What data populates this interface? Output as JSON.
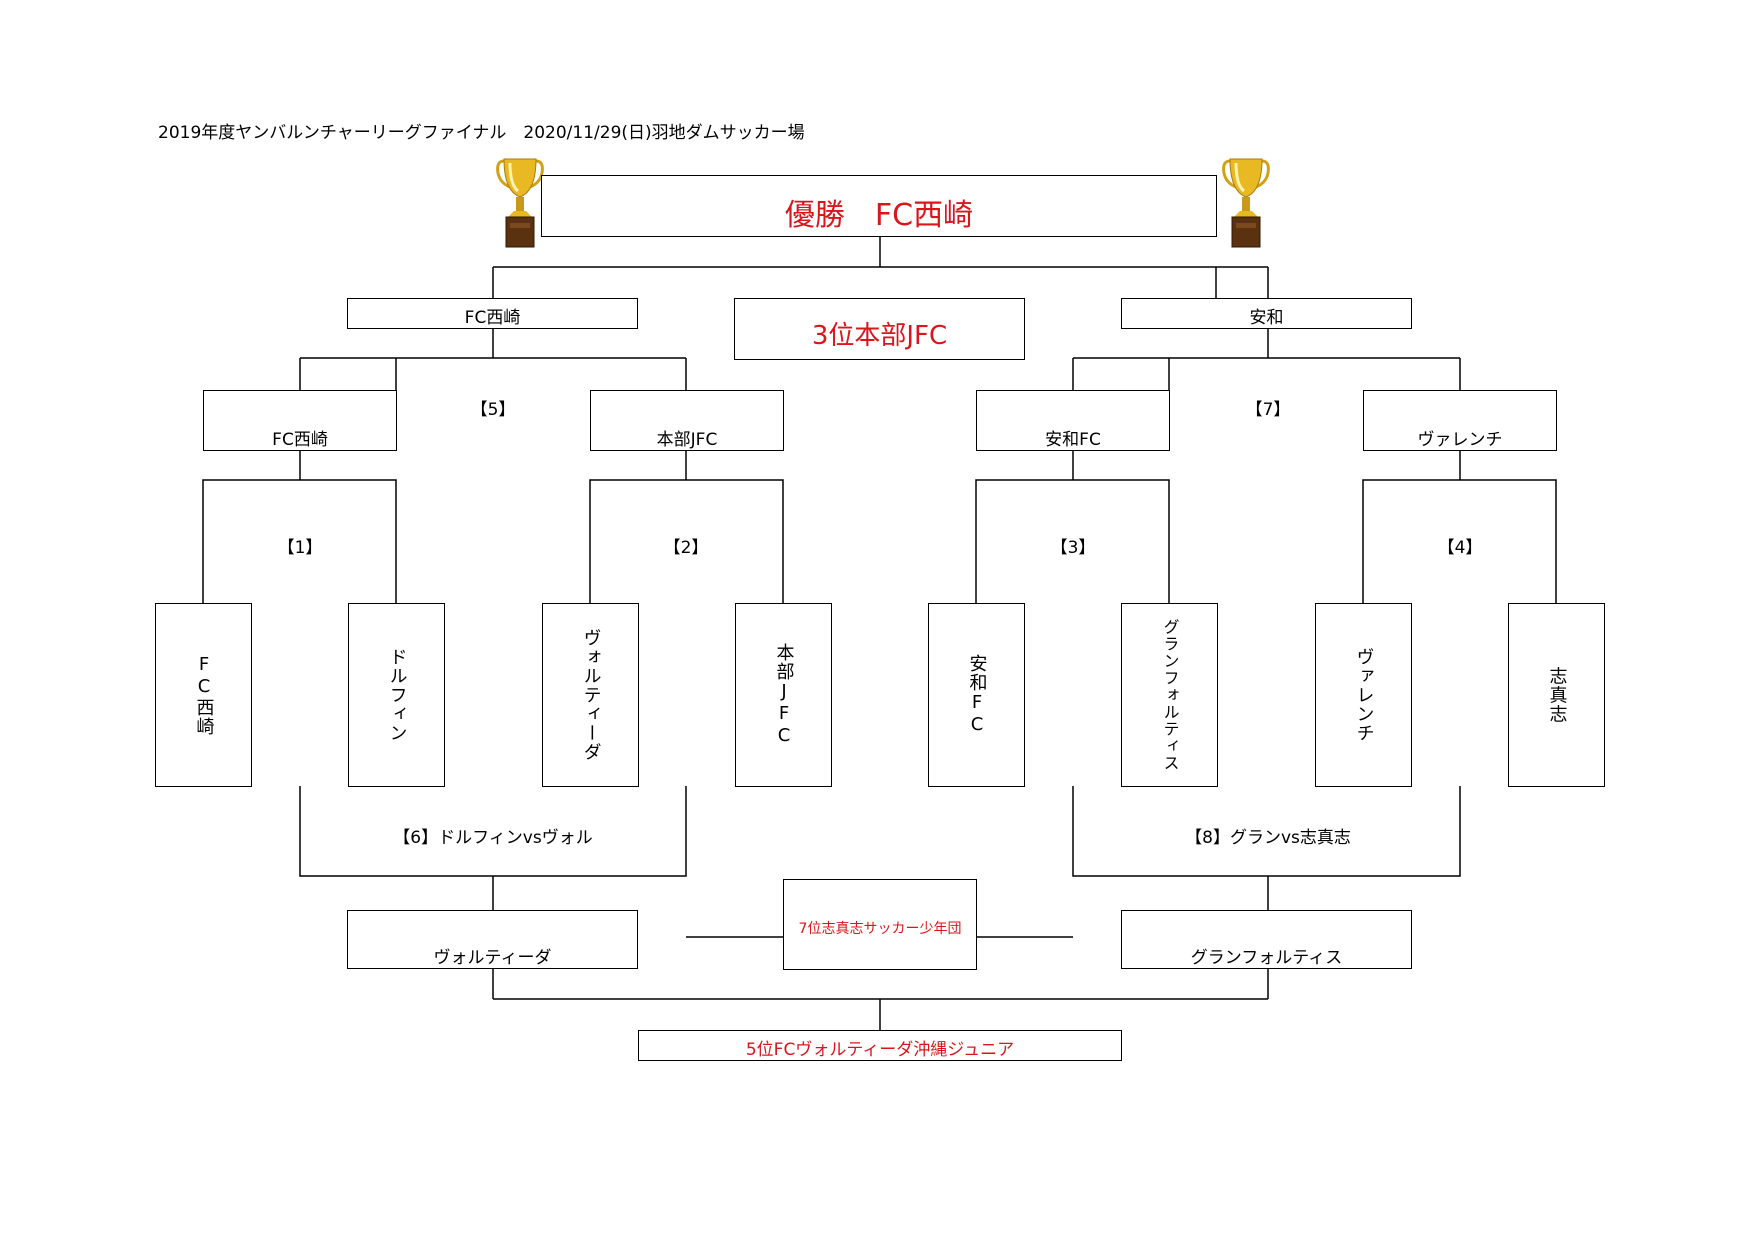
{
  "header": {
    "title": "2019年度ヤンバルンチャーリーグファイナル　2020/11/29(日)羽地ダムサッカー場"
  },
  "final": {
    "champion": "優勝　FC西崎",
    "left_finalist": "FC西崎",
    "right_finalist": "安和"
  },
  "third_place": "3位本部JFC",
  "fifth_place": "5位FCヴォルティーダ沖縄ジュニア",
  "seventh_place": "7位志真志サッカー少年団",
  "semifinal_labels": [
    "FC西崎",
    "本部JFC",
    "安和FC",
    "ヴァレンチ"
  ],
  "match_labels": {
    "m1": "【1】",
    "m2": "【2】",
    "m3": "【3】",
    "m4": "【4】",
    "m5": "【5】",
    "m6": "【6】ドルフィンvsヴォル",
    "m7": "【7】",
    "m8": "【8】グランvs志真志"
  },
  "teams": [
    "FC西崎",
    "ドルフィン",
    "ヴォルティーダ",
    "本部JFC",
    "安和FC",
    "グランフォルティス",
    "ヴァレンチ",
    "志真志"
  ],
  "consolation": {
    "left_winner": "ヴォルティーダ",
    "right_winner": "グランフォルティス"
  },
  "icons": {
    "left": "trophy-icon",
    "right": "trophy-icon"
  },
  "colors": {
    "accent_red": "#d9161c"
  }
}
